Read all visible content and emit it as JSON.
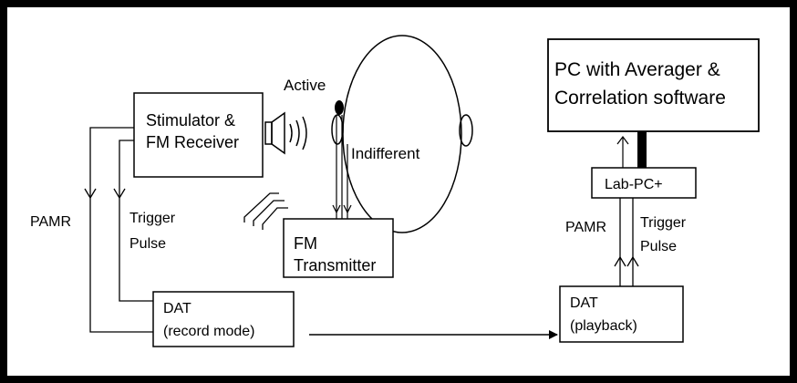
{
  "labels": {
    "active": "Active",
    "stimulator_line1": "Stimulator &",
    "stimulator_line2": "FM Receiver",
    "indifferent": "Indifferent",
    "pamr_left": "PAMR",
    "trigger_left_line1": "Trigger",
    "trigger_left_line2": "Pulse",
    "fm_tx_line1": "FM",
    "fm_tx_line2": "Transmitter",
    "dat_record_line1": "DAT",
    "dat_record_line2": "(record mode)",
    "pc_line1": "PC with Averager &",
    "pc_line2": "Correlation software",
    "labpc": "Lab-PC+",
    "pamr_right": "PAMR",
    "trigger_right_line1": "Trigger",
    "trigger_right_line2": "Pulse",
    "dat_play_line1": "DAT",
    "dat_play_line2": "(playback)"
  },
  "colors": {
    "line": "#000000",
    "background": "#ffffff"
  }
}
